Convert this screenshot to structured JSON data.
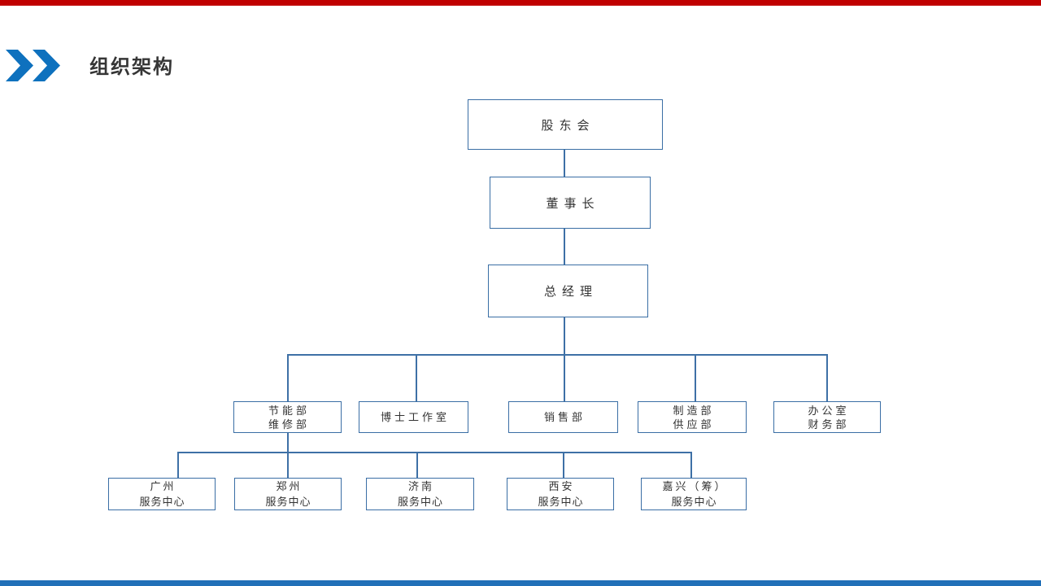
{
  "slide": {
    "title": "组织架构"
  },
  "accent_colors": {
    "top_bar": "#C00000",
    "bottom_bar": "#2170B8",
    "chevron": "#0E71BE",
    "box_border": "#3A6EA5",
    "connector": "#3E70A6"
  },
  "org_chart": {
    "shareholders": {
      "label": "股东会"
    },
    "chairman": {
      "label": "董事长"
    },
    "general_manager": {
      "label": "总经理"
    },
    "departments": {
      "energy_maintenance": {
        "line1": "节能部",
        "line2": "维修部"
      },
      "doctor_studio": {
        "line1": "博士工作室"
      },
      "sales": {
        "line1": "销售部"
      },
      "manufacturing_supply": {
        "line1": "制造部",
        "line2": "供应部"
      },
      "office_finance": {
        "line1": "办公室",
        "line2": "财务部"
      }
    },
    "service_centers": {
      "guangzhou": {
        "line1": "广州",
        "line2": "服务中心"
      },
      "zhengzhou": {
        "line1": "郑州",
        "line2": "服务中心"
      },
      "jinan": {
        "line1": "济南",
        "line2": "服务中心"
      },
      "xian": {
        "line1": "西安",
        "line2": "服务中心"
      },
      "jiaxing": {
        "line1": "嘉兴（筹）",
        "line2": "服务中心"
      }
    }
  }
}
